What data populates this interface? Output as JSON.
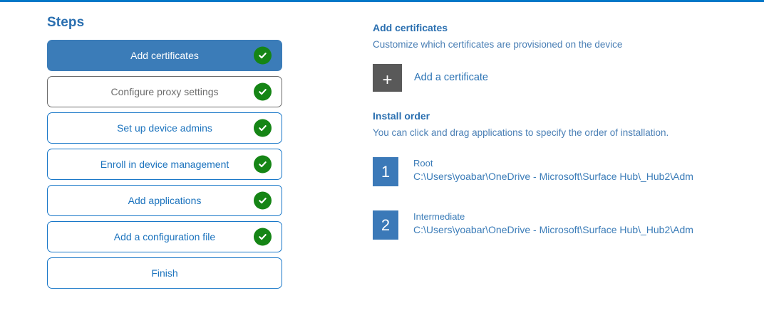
{
  "accent": {
    "top_rule": "#0078c8",
    "link_blue": "#1a72bd",
    "active_step_bg": "#3b7cb8",
    "check_green": "#158515",
    "plus_tile_gray": "#595959",
    "order_badge_blue": "#3b79b8"
  },
  "steps_panel": {
    "title": "Steps",
    "items": [
      {
        "label": "Add certificates",
        "state": "active",
        "completed": true
      },
      {
        "label": "Configure proxy settings",
        "state": "neutral",
        "completed": true
      },
      {
        "label": "Set up device admins",
        "state": "default",
        "completed": true
      },
      {
        "label": "Enroll in device management",
        "state": "default",
        "completed": true
      },
      {
        "label": "Add applications",
        "state": "default",
        "completed": true
      },
      {
        "label": "Add a configuration file",
        "state": "default",
        "completed": true
      },
      {
        "label": "Finish",
        "state": "default",
        "completed": false
      }
    ]
  },
  "detail": {
    "heading": "Add certificates",
    "subheading": "Customize which certificates are provisioned on the device",
    "add_certificate": {
      "icon": "plus-icon",
      "glyph": "+",
      "label": "Add a certificate"
    },
    "install_order": {
      "heading": "Install order",
      "subheading": "You can click and drag applications to specify the order of installation.",
      "items": [
        {
          "number": "1",
          "name": "Root",
          "path": "C:\\Users\\yoabar\\OneDrive - Microsoft\\Surface Hub\\_Hub2\\Adm"
        },
        {
          "number": "2",
          "name": "Intermediate",
          "path": "C:\\Users\\yoabar\\OneDrive - Microsoft\\Surface Hub\\_Hub2\\Adm"
        }
      ]
    }
  }
}
